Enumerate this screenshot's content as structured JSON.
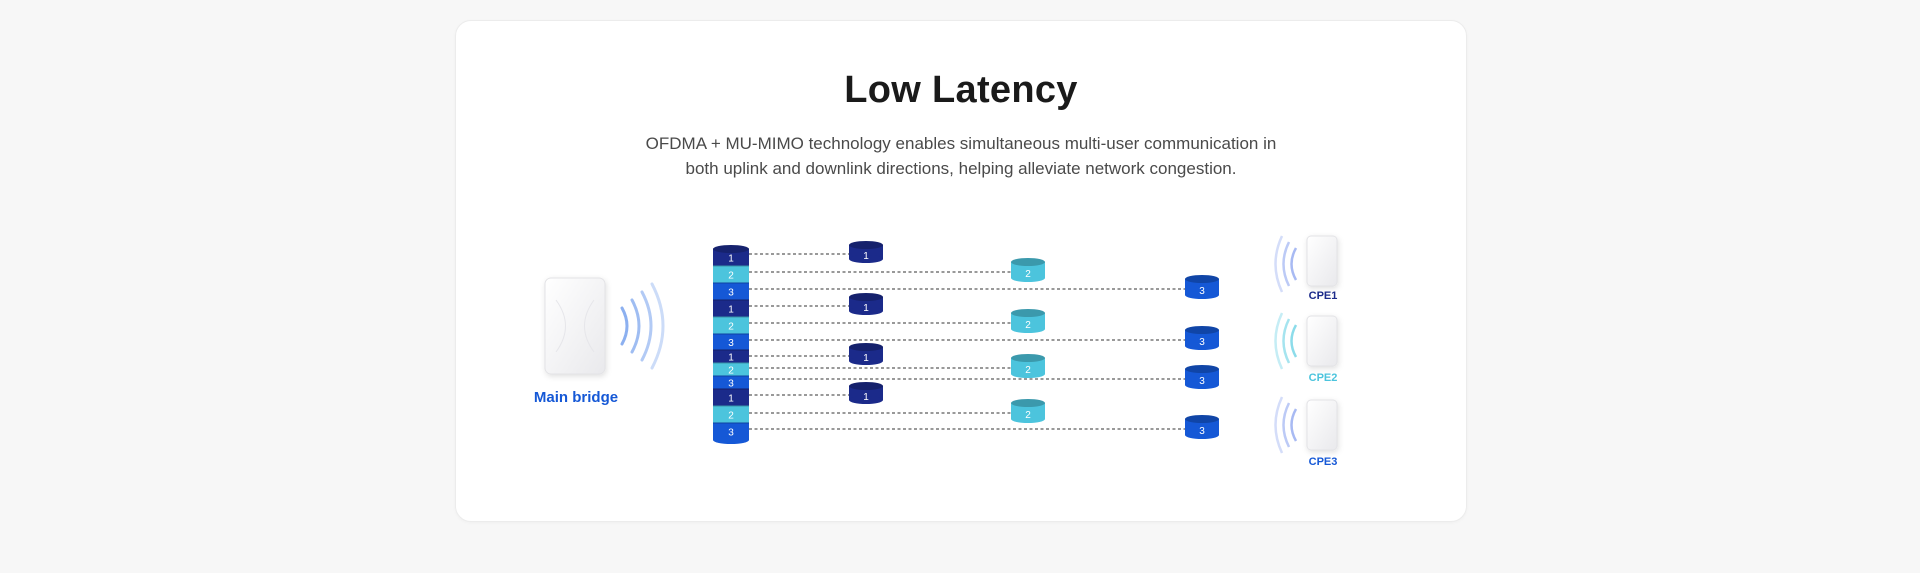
{
  "header": {
    "title": "Low Latency",
    "subtitle": "OFDMA + MU-MIMO technology enables simultaneous multi-user communication in both uplink and downlink directions, helping alleviate network congestion."
  },
  "devices": {
    "main_bridge_label": "Main bridge",
    "cpe": [
      {
        "label": "CPE1",
        "color": "#1b2a8a"
      },
      {
        "label": "CPE2",
        "color": "#4cc4dd"
      },
      {
        "label": "CPE3",
        "color": "#1558d6"
      }
    ]
  },
  "stack_segments": [
    "1",
    "2",
    "3",
    "1",
    "2",
    "3",
    "1",
    "2",
    "3",
    "1",
    "2",
    "3"
  ],
  "colors": {
    "stream_1": "#1b2a8a",
    "stream_2": "#4cc4dd",
    "stream_3": "#1558d6",
    "main_bridge_label": "#1558d6",
    "wave": "#7fa7ee"
  }
}
